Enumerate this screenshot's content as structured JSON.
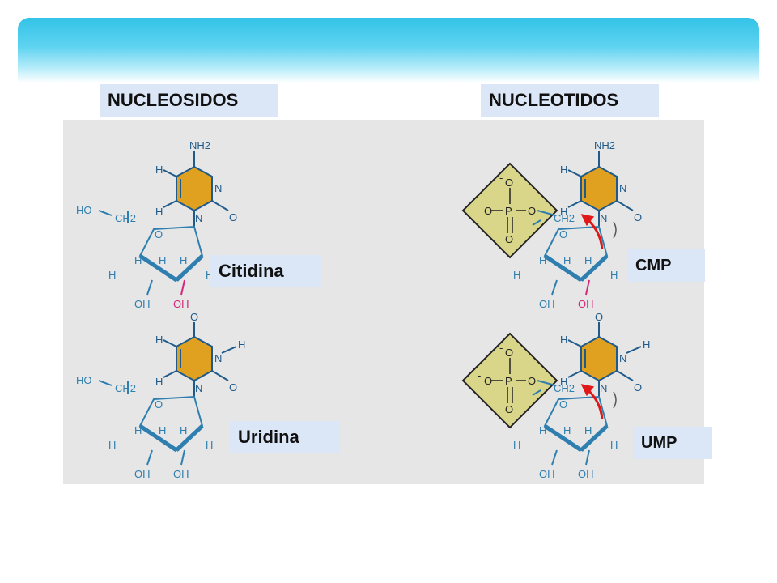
{
  "headers": {
    "left": "NUCLEOSIDOS",
    "right": "NUCLEOTIDOS"
  },
  "molecules": {
    "citidina": {
      "name": "Citidina"
    },
    "uridina": {
      "name": "Uridina"
    },
    "cmp": {
      "name": "CMP"
    },
    "ump": {
      "name": "UMP"
    }
  },
  "atoms": {
    "nh2": "NH2",
    "n": "N",
    "o": "O",
    "h": "H",
    "oh": "OH",
    "ho": "HO",
    "ch2": "CH2",
    "p": "P",
    "minus": "-"
  },
  "colors": {
    "banner": "#33c3e8",
    "label_bg": "#dbe7f6",
    "panel_bg": "#e6e6e6",
    "base_fill": "#e0a020",
    "ribose": "#2e7fb0",
    "base_atoms": "#1f5a8a",
    "oh_pink": "#d4267a",
    "phosphate_fill": "#d9d68a",
    "arrow": "#e01818"
  }
}
